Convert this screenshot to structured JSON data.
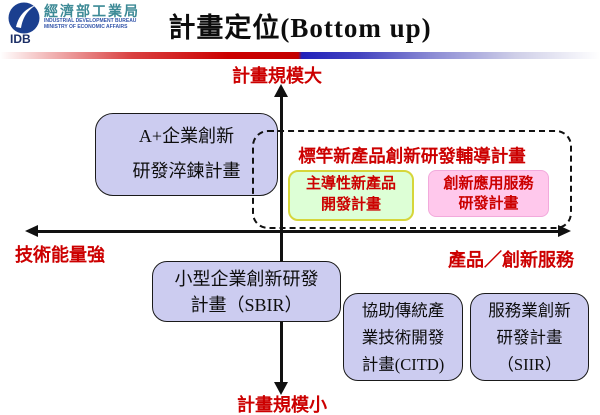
{
  "logo": {
    "abbr": "IDB",
    "name_zh": "經濟部工業局",
    "name_en_line1": "INDUSTRIAL DEVELOPMENT BUREAU",
    "name_en_line2": "MINISTRY OF ECONOMIC AFFAIRS"
  },
  "title": "計畫定位(Bottom up)",
  "axes": {
    "top_label": "計畫規模大",
    "bottom_label": "計畫規模小",
    "left_label": "技術能量強",
    "right_label": "產品／創新服務"
  },
  "boxes": {
    "a_plus": {
      "line1": "A+企業創新",
      "line2": "研發淬鍊計畫"
    },
    "benchmark_group": {
      "title": "標竿新產品創新研發輔導計畫"
    },
    "leading_new_product": {
      "line1": "主導性新產品",
      "line2": "開發計畫"
    },
    "innovative_service": {
      "line1": "創新應用服務",
      "line2": "研發計畫"
    },
    "sbir": {
      "line1": "小型企業創新研發",
      "line2": "計畫（SBIR）"
    },
    "citd": {
      "line1": "協助傳統產",
      "line2": "業技術開發",
      "line3": "計畫(CITD)"
    },
    "siir": {
      "line1": "服務業創新",
      "line2": "研發計畫",
      "line3": "（SIIR）"
    }
  },
  "colors": {
    "lavender_fill": "#ccccf0",
    "green_fill": "#ddffd6",
    "green_border": "#d6d63a",
    "pink_fill": "#ffc8ec",
    "red_text": "#cc0000",
    "logo_navy": "#1b3f8f",
    "logo_teal": "#3d8a96",
    "gradient_red": "#cc0000",
    "gradient_blue": "#2222bb"
  }
}
